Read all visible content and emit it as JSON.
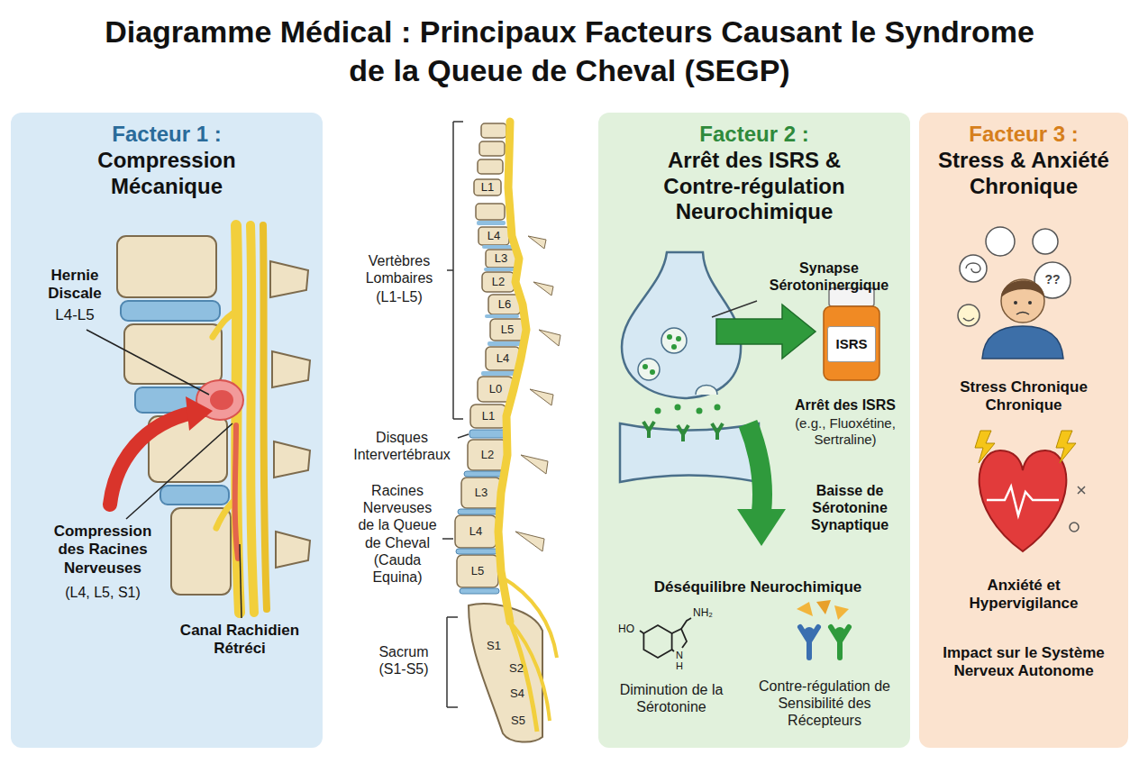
{
  "diagram": {
    "title": "Diagramme Médical : Principaux Facteurs Causant le Syndrome de la Queue de Cheval (SEGP)",
    "nodes": [
      {
        "text": [
          "Facteur 1 :",
          "Compression Mécanique"
        ]
      },
      {
        "text": [
          "Facteur 2 :",
          "Arrêt des ISRS & Contre-régulation Neurochimique"
        ]
      },
      {
        "text": [
          "Facteur 3 :",
          "Stress & Anxiété Chronique"
        ]
      },
      {
        "text": [
          "ISRS"
        ],
        "in": 1
      }
    ],
    "labels": [
      "Hernie Discale",
      "L4-L5",
      "Compression des Racines Nerveuses",
      "(L4, L5, S1)",
      "Canal Rachidien Rétréci",
      "Vertèbres Lombaires",
      "(L1-L5)",
      "Disques Intervertébraux",
      "Racines Nerveuses de la Queue de Cheval (Cauda Equina)",
      "Sacrum (S1-S5)",
      "L1",
      "L4",
      "L3",
      "L2",
      "L6",
      "L5",
      "L4",
      "L0",
      "L1",
      "L2",
      "L3",
      "L4",
      "L5",
      "S1",
      "S2",
      "S4",
      "S5",
      "Synapse Sérotoninergique",
      "Arrêt des ISRS",
      "(e.g., Fluoxétine, Sertraline)",
      "Baisse de Sérotonine Synaptique",
      "Déséquilibre Neurochimique",
      "HO",
      "NH₂",
      "N",
      "H",
      "Diminution de la Sérotonine",
      "Contre-régulation de Sensibilité des Récepteurs",
      "??",
      "Stress Chronique Chronique",
      "Anxiété et Hypervigilance",
      "Impact sur le Système Nerveux Autonome"
    ]
  }
}
